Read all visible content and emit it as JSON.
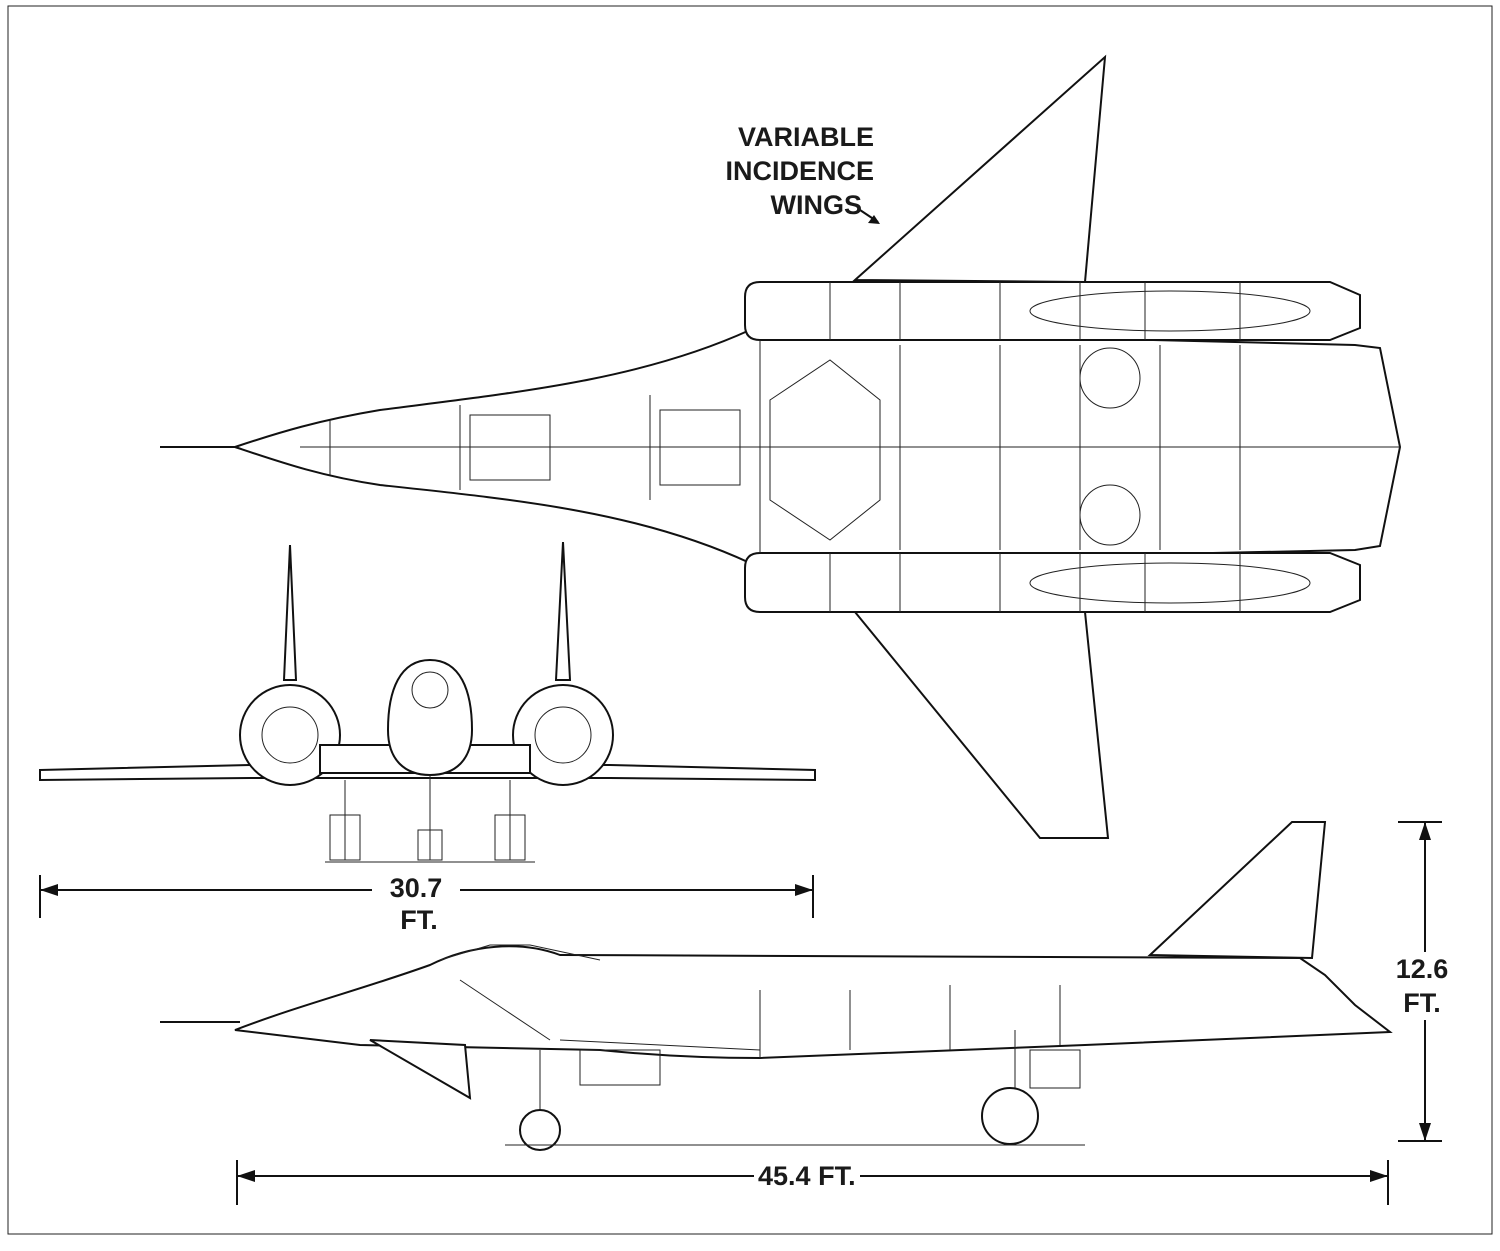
{
  "callout": {
    "line1": "VARIABLE",
    "line2": "INCIDENCE",
    "line3": "WINGS"
  },
  "dimensions": {
    "span": {
      "value": "30.7",
      "unit": "FT."
    },
    "length": {
      "value": "45.4",
      "unit": "FT."
    },
    "height": {
      "value": "12.6",
      "unit": "FT."
    }
  }
}
